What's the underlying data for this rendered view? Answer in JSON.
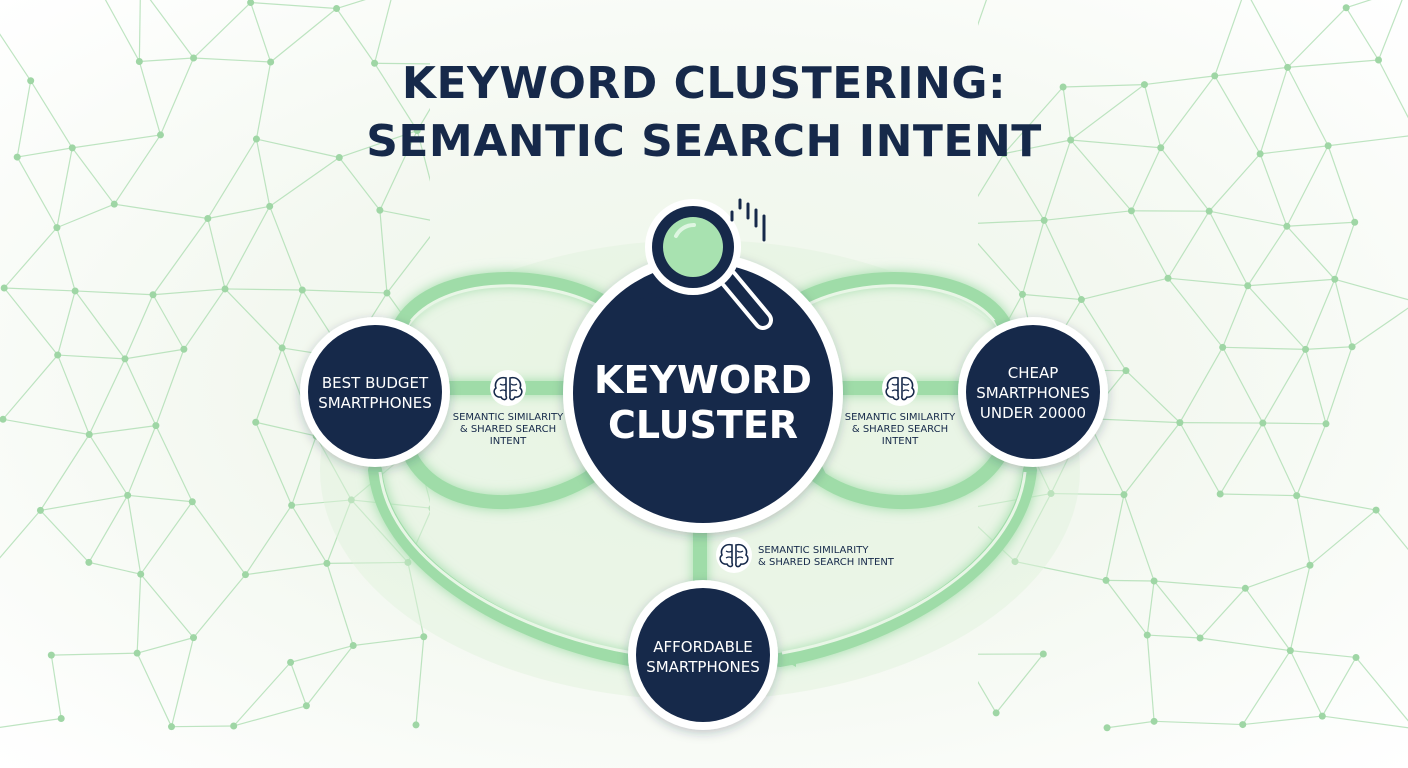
{
  "title": {
    "line1": "KEYWORD CLUSTERING:",
    "line2": "SEMANTIC SEARCH INTENT"
  },
  "center_node": {
    "line1": "KEYWORD",
    "line2": "CLUSTER",
    "icon": "magnifier-icon"
  },
  "nodes": {
    "left": {
      "line1": "BEST BUDGET",
      "line2": "SMARTPHONES"
    },
    "right": {
      "line1": "CHEAP",
      "line2": "SMARTPHONES",
      "line3": "UNDER 20000"
    },
    "bottom": {
      "line1": "AFFORDABLE",
      "line2": "SMARTPHONES"
    }
  },
  "connections": {
    "left": {
      "line1": "SEMANTIC SIMILARITY",
      "line2": "& SHARED SEARCH",
      "line3": "INTENT",
      "icon": "brain-icon"
    },
    "right": {
      "line1": "SEMANTIC SIMILARITY",
      "line2": "& SHARED SEARCH",
      "line3": "INTENT",
      "icon": "brain-icon"
    },
    "bottom": {
      "line1": "SEMANTIC SIMILARITY",
      "line2": "& SHARED SEARCH INTENT",
      "icon": "brain-icon"
    }
  },
  "colors": {
    "navy": "#16294a",
    "green": "#8fd69a",
    "green_light": "#bfe8c3",
    "background": "#eef7ea"
  }
}
